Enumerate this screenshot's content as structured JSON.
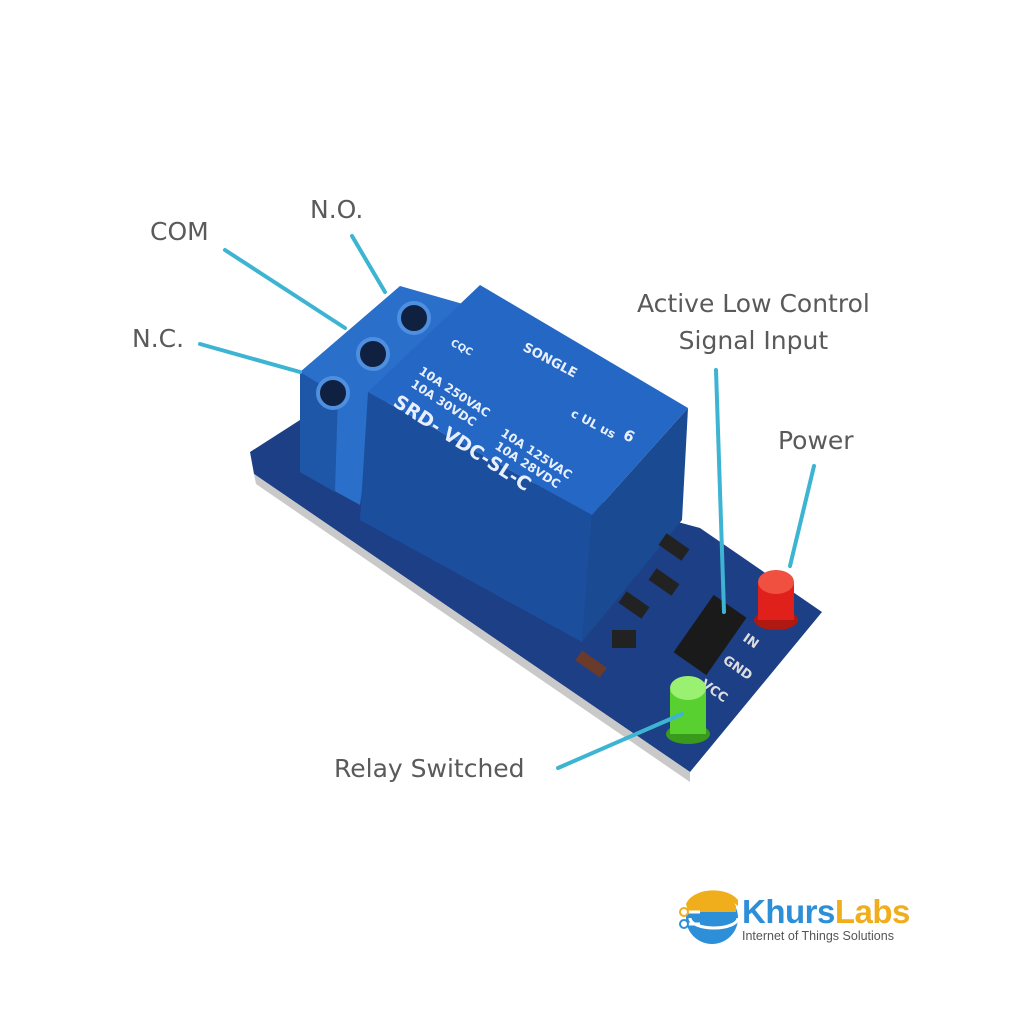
{
  "labels": {
    "com": "COM",
    "no": "N.O.",
    "nc": "N.C.",
    "signal_line1": "Active Low Control",
    "signal_line2": "Signal Input",
    "power": "Power",
    "relay_switched": "Relay Switched"
  },
  "relay_markings": {
    "brand": "SONGLE",
    "cert": "CQC",
    "rating_1": "10A 250VAC",
    "rating_2": "10A 30VDC",
    "rating_3": "10A 125VAC",
    "rating_4": "10A 28VDC",
    "model": "SRD- VDC-SL-C",
    "ul": "c UL us",
    "number": "6"
  },
  "pins": {
    "in": "IN",
    "gnd": "GND",
    "vcc": "VCC"
  },
  "logo": {
    "name_part1": "Khurs",
    "name_part2": "Labs",
    "tagline": "Internet of Things Solutions"
  },
  "colors": {
    "leader_line": "#3db4d2",
    "relay_blue": "#1f5fb8",
    "pcb": "#1d3f86",
    "led_red": "#e0201a",
    "led_green": "#58d030",
    "logo_blue": "#2d8fd8",
    "logo_orange": "#f0ad1c"
  }
}
